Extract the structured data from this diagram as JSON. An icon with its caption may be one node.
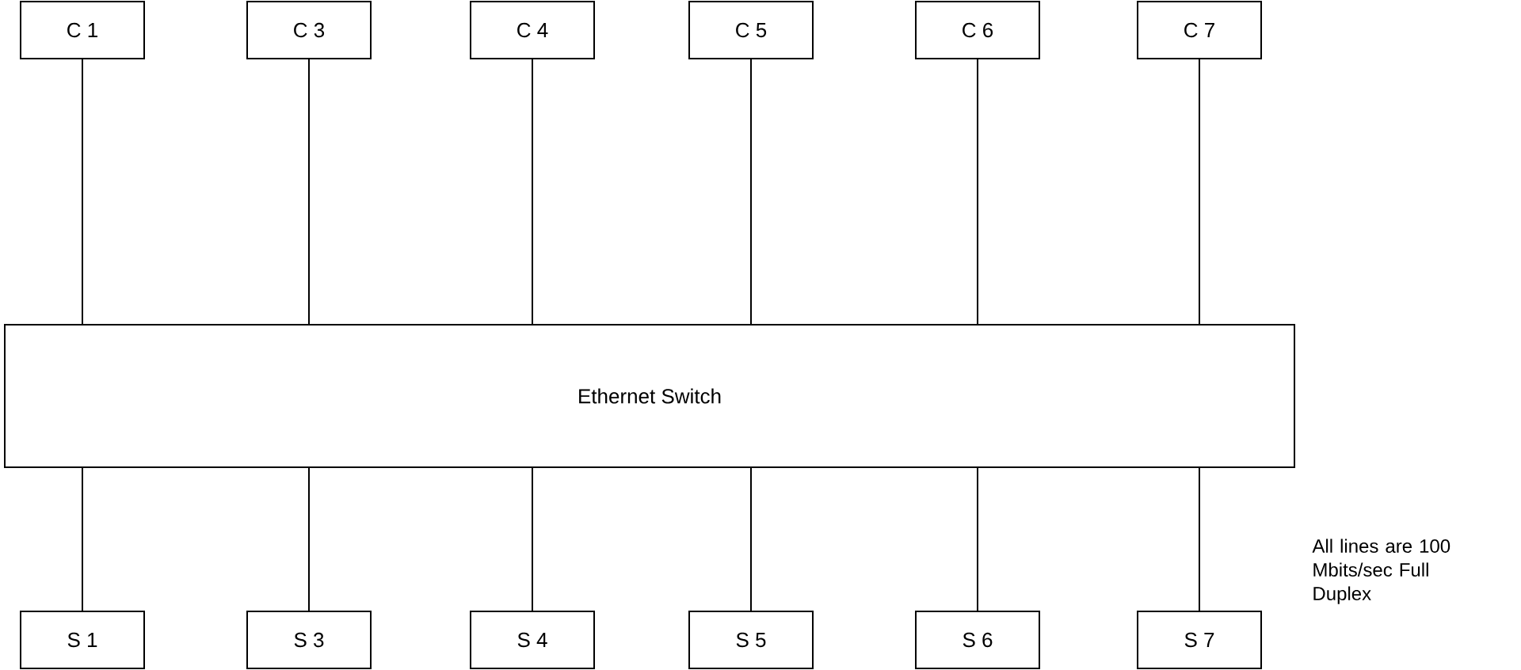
{
  "diagram": {
    "nodes": [
      {
        "text": [
          "C 1"
        ]
      },
      {
        "text": [
          "C 3"
        ]
      },
      {
        "text": [
          "C 4"
        ]
      },
      {
        "text": [
          "C 5"
        ]
      },
      {
        "text": [
          "C 6"
        ]
      },
      {
        "text": [
          "C 7"
        ]
      },
      {
        "text": [
          "Ethernet Switch"
        ]
      },
      {
        "text": [
          "S 1"
        ]
      },
      {
        "text": [
          "S 3"
        ]
      },
      {
        "text": [
          "S 4"
        ]
      },
      {
        "text": [
          "S 5"
        ]
      },
      {
        "text": [
          "S 6"
        ]
      },
      {
        "text": [
          "S 7"
        ]
      }
    ],
    "edges": [
      {
        "from": 0,
        "to": 6,
        "arrow": "none"
      },
      {
        "from": 1,
        "to": 6,
        "arrow": "none"
      },
      {
        "from": 2,
        "to": 6,
        "arrow": "none"
      },
      {
        "from": 3,
        "to": 6,
        "arrow": "none"
      },
      {
        "from": 4,
        "to": 6,
        "arrow": "none"
      },
      {
        "from": 5,
        "to": 6,
        "arrow": "none"
      },
      {
        "from": 6,
        "to": 7,
        "arrow": "none"
      },
      {
        "from": 6,
        "to": 8,
        "arrow": "none"
      },
      {
        "from": 6,
        "to": 9,
        "arrow": "none"
      },
      {
        "from": 6,
        "to": 10,
        "arrow": "none"
      },
      {
        "from": 6,
        "to": 11,
        "arrow": "none"
      },
      {
        "from": 6,
        "to": 12,
        "arrow": "none"
      }
    ],
    "labels": [
      "All lines are 100 Mbits/sec Full Duplex"
    ]
  }
}
